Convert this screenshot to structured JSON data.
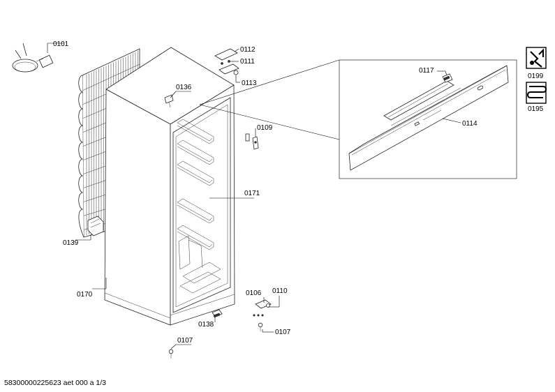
{
  "labels": {
    "p0101": "0101",
    "p0112": "0112",
    "p0111": "0111",
    "p0113": "0113",
    "p0136": "0136",
    "p0109": "0109",
    "p0171": "0171",
    "p0139": "0139",
    "p0170": "0170",
    "p0138": "0138",
    "p0106": "0106",
    "p0110": "0110",
    "p0107a": "0107",
    "p0107b": "0107",
    "p0117": "0117",
    "p0114": "0114",
    "p0199": "0199",
    "p0195": "0195"
  },
  "footer": "58300000225623 aet 000 a 1/3",
  "icons": {
    "service": "wrench-service-icon",
    "heater": "heating-coil-icon"
  }
}
